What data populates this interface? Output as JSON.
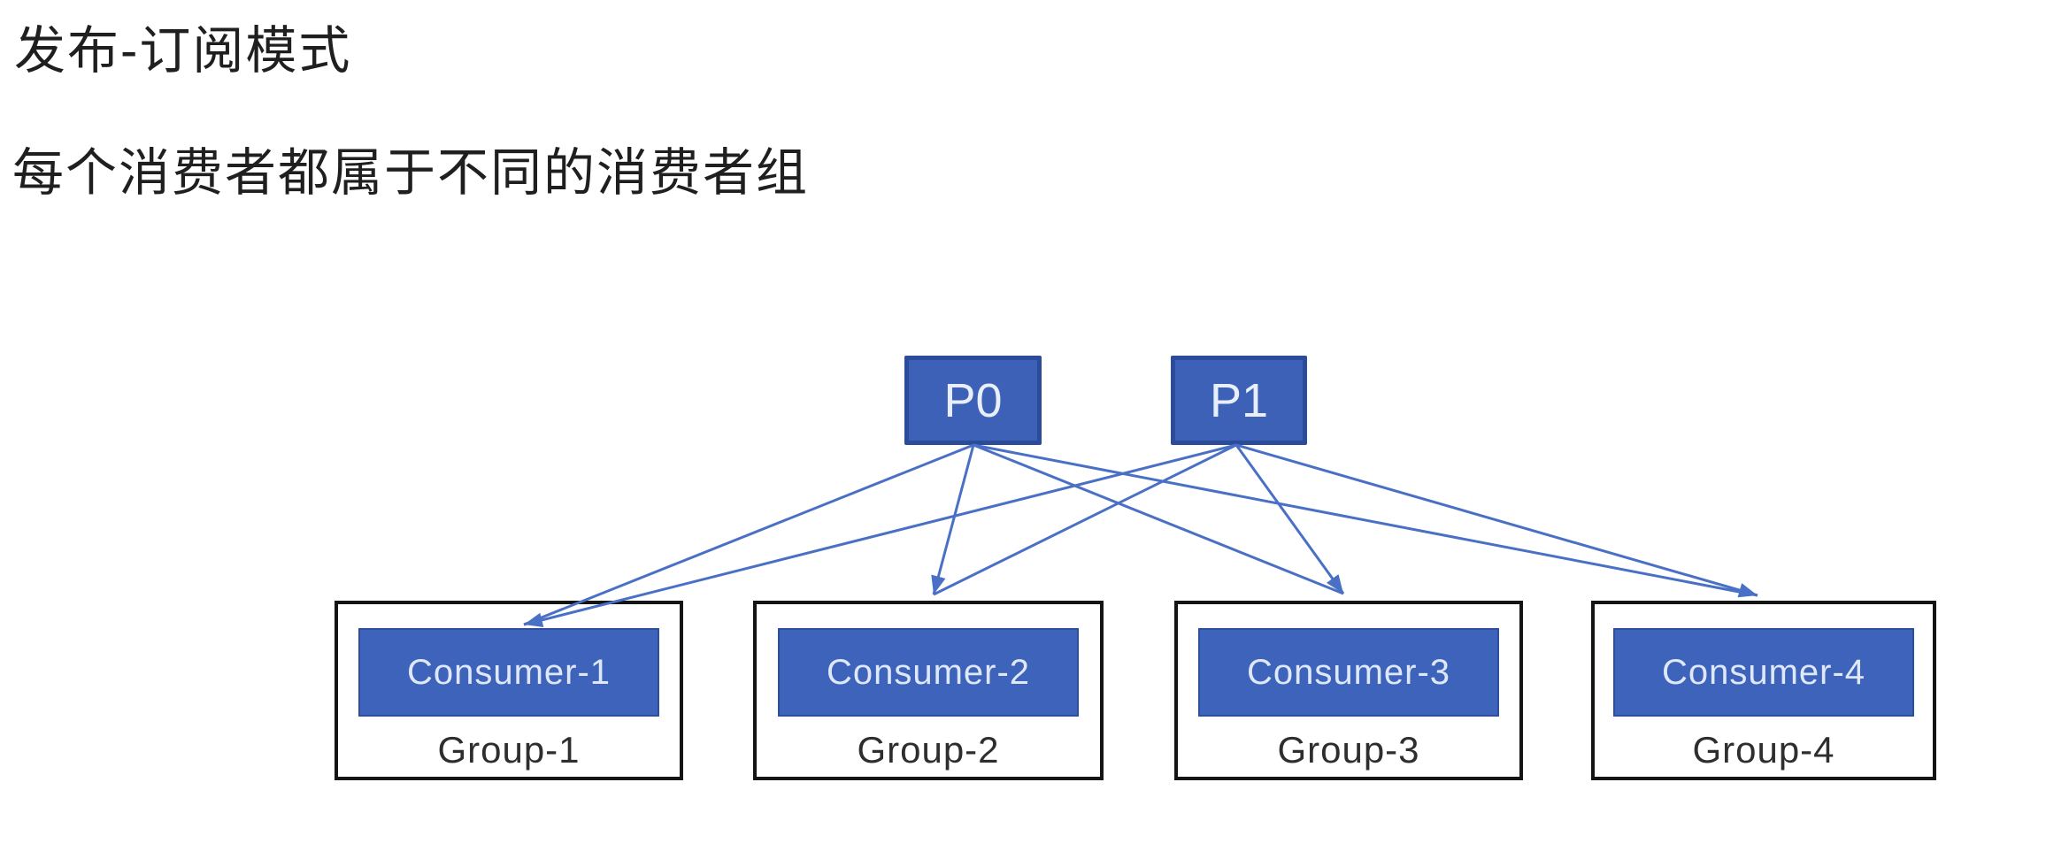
{
  "page": {
    "title": "发布-订阅模式",
    "subtitle": "每个消费者都属于不同的消费者组"
  },
  "diagram": {
    "partitions": [
      {
        "id": "p0",
        "label": "P0"
      },
      {
        "id": "p1",
        "label": "P1"
      }
    ],
    "groups": [
      {
        "id": "group-1",
        "consumer_label": "Consumer-1",
        "group_label": "Group-1"
      },
      {
        "id": "group-2",
        "consumer_label": "Consumer-2",
        "group_label": "Group-2"
      },
      {
        "id": "group-3",
        "consumer_label": "Consumer-3",
        "group_label": "Group-3"
      },
      {
        "id": "group-4",
        "consumer_label": "Consumer-4",
        "group_label": "Group-4"
      }
    ],
    "edges": [
      {
        "from": "P0",
        "to": "Consumer-1"
      },
      {
        "from": "P0",
        "to": "Consumer-2"
      },
      {
        "from": "P0",
        "to": "Consumer-3"
      },
      {
        "from": "P0",
        "to": "Consumer-4"
      },
      {
        "from": "P1",
        "to": "Consumer-1"
      },
      {
        "from": "P1",
        "to": "Consumer-2"
      },
      {
        "from": "P1",
        "to": "Consumer-3"
      },
      {
        "from": "P1",
        "to": "Consumer-4"
      }
    ],
    "colors": {
      "partition_fill": "#3c61b6",
      "partition_border": "#2b4b9b",
      "consumer_fill": "#3e63ba",
      "consumer_border": "#2e4f9e",
      "group_box_border": "#141414",
      "group_box_fill": "#ffffff",
      "arrow": "#4a70c6",
      "heading_text": "#1f1f1f",
      "group_label_text": "#2e2e2e",
      "box_label_text": "#e9effa",
      "background": "#ffffff"
    }
  }
}
